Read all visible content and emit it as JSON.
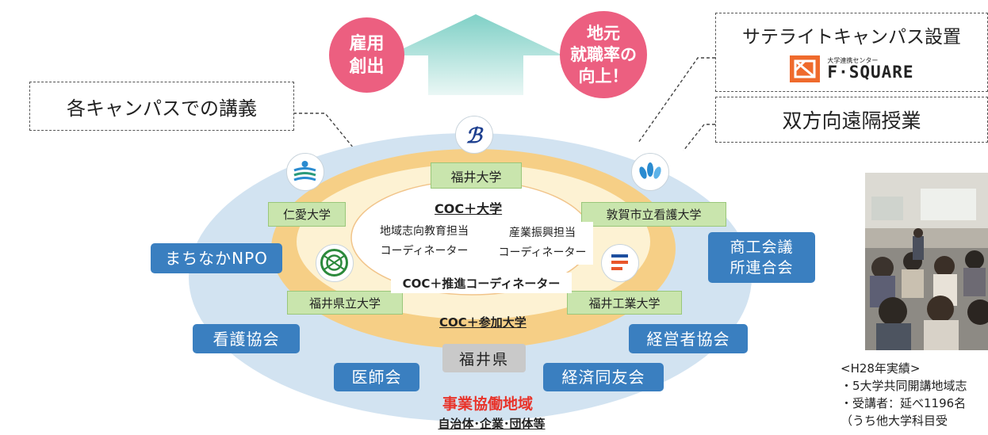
{
  "outcomes": {
    "left": "雇用\n創出",
    "right": "地元\n就職率の\n向上！"
  },
  "callouts": {
    "lecture": "各キャンパスでの講義",
    "satellite": "サテライトキャンパス設置",
    "satellite_logo_text": "F·SQUARE",
    "satellite_logo_small": "大学連携センター",
    "remote": "双方向遠隔授業"
  },
  "universities": {
    "fukui": "福井大学",
    "jinai": "仁愛大学",
    "tsuruga": "敦賀市立看護大学",
    "prefectural": "福井県立大学",
    "tech": "福井工業大学"
  },
  "inner": {
    "coc_univ": "COC＋大学",
    "coord_local": "地域志向教育担当\nコーディネーター",
    "coord_industry": "産業振興担当\nコーディネーター",
    "coc_promo": "COC＋推進コーディネーター",
    "coc_participating": "COC＋参加大学"
  },
  "partners": {
    "npo": "まちなかNPO",
    "chamber": "商工会議\n所連合会",
    "nursing": "看護協会",
    "managers": "経営者協会",
    "doctors": "医師会",
    "doyukai": "経済同友会",
    "prefecture": "福井県"
  },
  "region": {
    "title": "事業協働地域",
    "subtitle": "自治体･企業･団体等"
  },
  "record": {
    "heading": "<H28年実績>",
    "line1": "・5大学共同開講地域志",
    "line2": "・受講者：延べ1196名",
    "line3": "（うち他大学科目受"
  },
  "colors": {
    "outer": "#d2e3f1",
    "ring": "#f6cf86",
    "core": "#fdf2d3",
    "bubble": "#ec5f80",
    "partner": "#3a7fc0",
    "accent_red": "#e8332a"
  }
}
